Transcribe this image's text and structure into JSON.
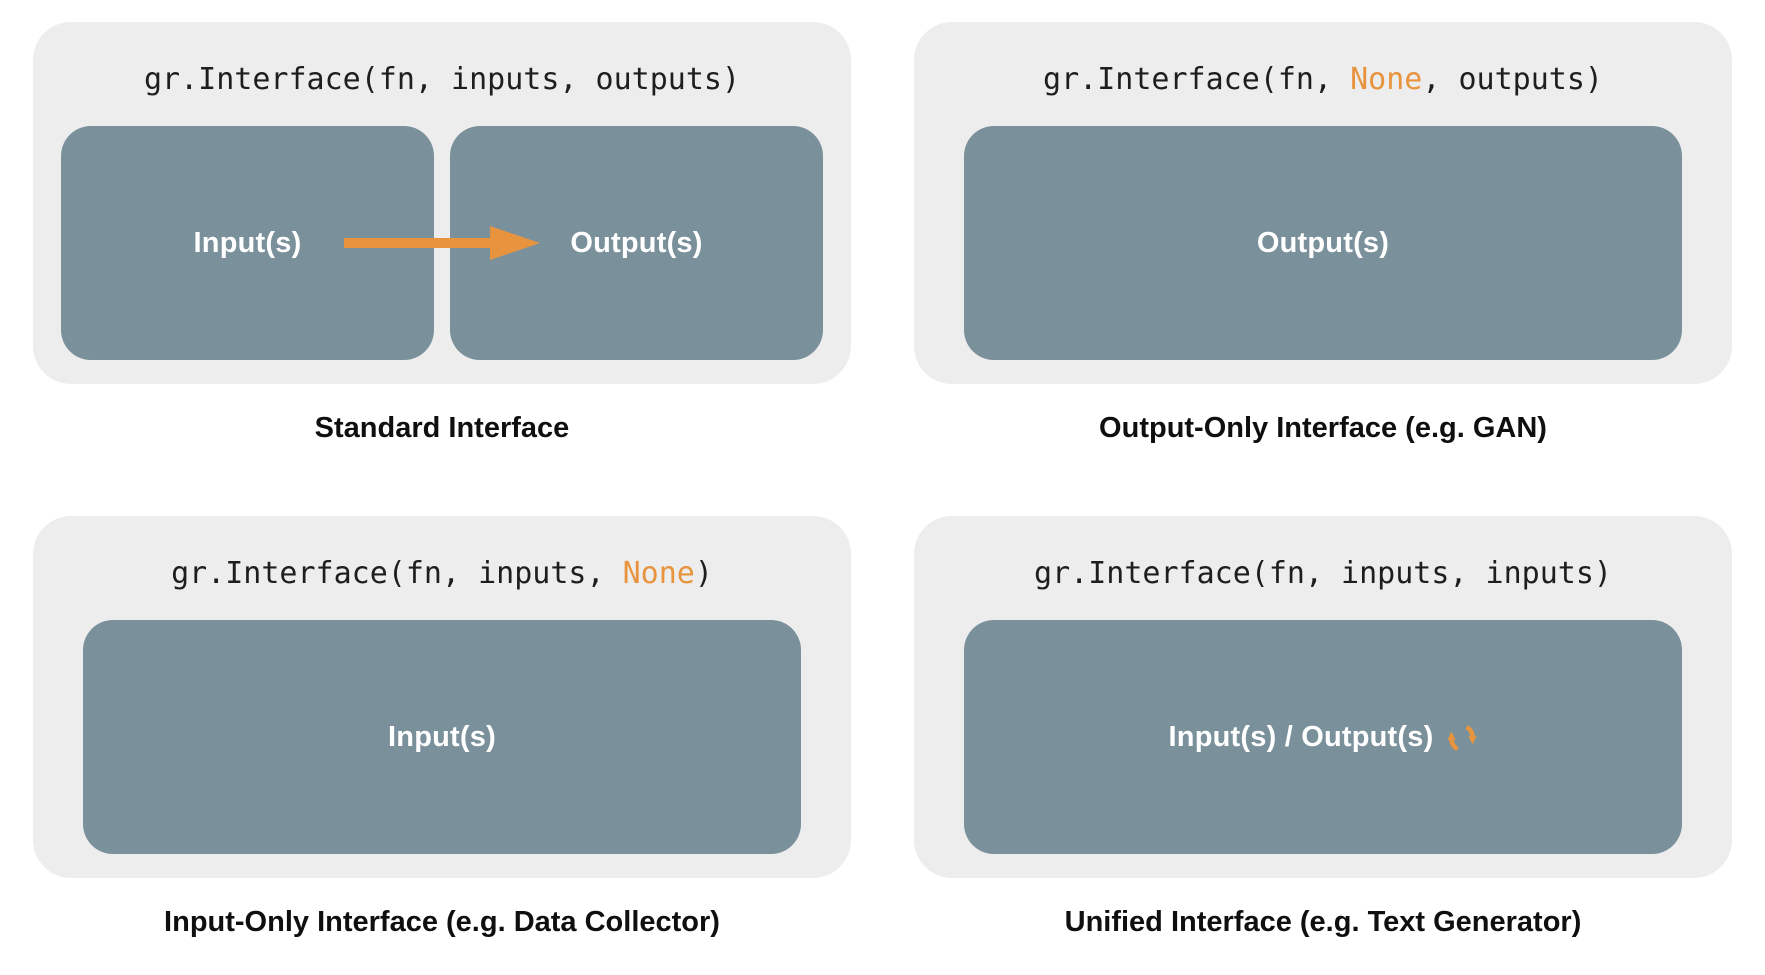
{
  "colors": {
    "page_bg": "#FFFFFF",
    "panel_bg": "#EDEDED",
    "box_bg": "#7A909B",
    "accent_orange": "#E8943F",
    "code_text": "#1E1E1E",
    "caption_text": "#0F0F0F",
    "box_label_text": "#FFFFFF"
  },
  "panels": [
    {
      "caption": "Standard Interface",
      "code": {
        "before": "gr.Interface(fn, inputs, outputs)",
        "highlight": "",
        "after": ""
      },
      "boxes": [
        {
          "label": "Input(s)"
        },
        {
          "label": "Output(s)"
        }
      ],
      "arrow_icon": "right-arrow-icon"
    },
    {
      "caption": "Output-Only Interface (e.g. GAN)",
      "code": {
        "before": "gr.Interface(fn, ",
        "highlight": "None",
        "after": ", outputs)"
      },
      "boxes": [
        {
          "label": "Output(s)"
        }
      ]
    },
    {
      "caption": "Input-Only Interface (e.g. Data Collector)",
      "code": {
        "before": "gr.Interface(fn, inputs, ",
        "highlight": "None",
        "after": ")"
      },
      "boxes": [
        {
          "label": "Input(s)"
        }
      ]
    },
    {
      "caption": "Unified Interface (e.g. Text Generator)",
      "code": {
        "before": "gr.Interface(fn, inputs, inputs)",
        "highlight": "",
        "after": ""
      },
      "boxes": [
        {
          "label": "Input(s) / Output(s)"
        }
      ],
      "cycle_icon": "cycle-arrows-icon"
    }
  ]
}
